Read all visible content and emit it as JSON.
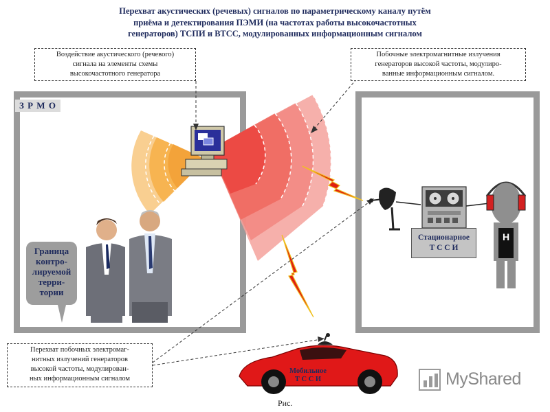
{
  "title": {
    "line1": "Перехват акустических (речевых) сигналов по параметрическому каналу путём",
    "line2": "приёма и детектирования ПЭМИ (на частотах работы высокочастотных",
    "line3": "генераторов) ТСПИ и ВТСС, модулированных информационным сигналом"
  },
  "notes": {
    "acoustic": {
      "line1": "Воздействие акустического (речевого)",
      "line2": "сигнала на элементы схемы",
      "line3": "высокочастотного генератора"
    },
    "emissions": {
      "line1": "Побочные электромагнитные излучения",
      "line2": "генераторов высокой частоты, модулиро-",
      "line3": "ванные информационным сигналом."
    },
    "intercept": {
      "line1": "Перехват побочных электромаг-",
      "line2": "нитных излучений генераторов",
      "line3": "высокой частоты, модулирован-",
      "line4": "ных информационным сигналом"
    }
  },
  "zone_label": "З Р М О",
  "boundary": {
    "line1": "Граница",
    "line2": "контро-",
    "line3": "лируемой",
    "line4": "терри-",
    "line5": "тории"
  },
  "station": {
    "line1": "Стационарное",
    "line2": "Т С С И"
  },
  "mobile": {
    "line1": "Мобильное",
    "line2": "Т С С И"
  },
  "headphone_letter": "Н",
  "figure_caption": "Рис.",
  "watermark": "MyShared",
  "colors": {
    "title": "#1e2a5c",
    "frame": "#9a9a9a",
    "wave_orange": "#f6b04a",
    "wave_red": "#ee5a52",
    "car": "#e01818",
    "lightning_red": "#e02010",
    "lightning_yellow": "#f0c020"
  }
}
